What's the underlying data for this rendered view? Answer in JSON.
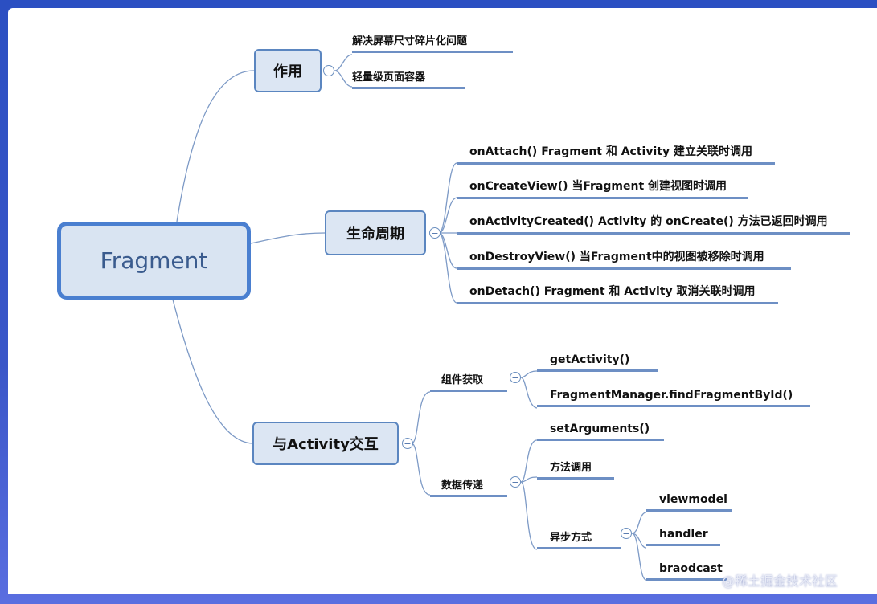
{
  "root": {
    "label": "Fragment"
  },
  "branches": {
    "role": {
      "label": "作用",
      "items": [
        "解决屏幕尺寸碎片化问题",
        "轻量级页面容器"
      ]
    },
    "lifecycle": {
      "label": "生命周期",
      "items": [
        "onAttach() Fragment 和 Activity 建立关联时调用",
        "onCreateView() 当Fragment 创建视图时调用",
        "onActivityCreated() Activity 的 onCreate() 方法已返回时调用",
        "onDestroyView() 当Fragment中的视图被移除时调用",
        "onDetach() Fragment 和 Activity 取消关联时调用"
      ]
    },
    "interaction": {
      "label": "与Activity交互",
      "component": {
        "label": "组件获取",
        "items": [
          "getActivity()",
          "FragmentManager.findFragmentById()"
        ]
      },
      "data_transfer": {
        "label": "数据传递",
        "items": [
          "setArguments()",
          "方法调用"
        ],
        "async": {
          "label": "异步方式",
          "items": [
            "viewmodel",
            "handler",
            "braodcast"
          ]
        }
      }
    }
  },
  "collapse_glyph": "−",
  "watermark": "@稀土掘金技术社区",
  "colors": {
    "node_fill": "#dce6f3",
    "node_border": "#5b86c0",
    "root_border": "#4a7fd0",
    "frame": "#2f49b3"
  }
}
